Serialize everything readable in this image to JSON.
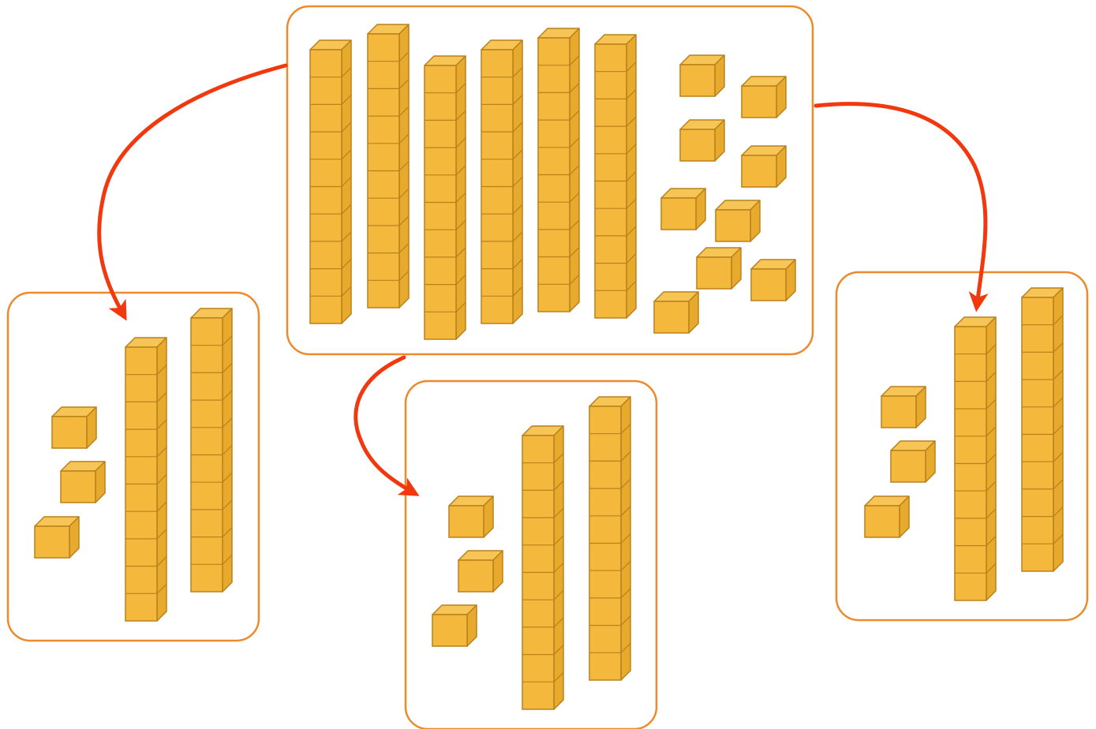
{
  "colors": {
    "box_border": "#ED8A2E",
    "arrow": "#F2380E",
    "block_front": "#F4B93C",
    "block_top": "#F6C556",
    "block_side": "#E8AA2C",
    "block_edge": "#B9811C"
  },
  "groups": [
    {
      "name": "original",
      "tens_rods": 6,
      "ones_cubes": 9
    },
    {
      "name": "share-left",
      "tens_rods": 2,
      "ones_cubes": 3
    },
    {
      "name": "share-middle",
      "tens_rods": 2,
      "ones_cubes": 3
    },
    {
      "name": "share-right",
      "tens_rods": 2,
      "ones_cubes": 3
    }
  ],
  "arrows": [
    {
      "from": "original",
      "to": "share-left"
    },
    {
      "from": "original",
      "to": "share-middle"
    },
    {
      "from": "original",
      "to": "share-right"
    }
  ]
}
